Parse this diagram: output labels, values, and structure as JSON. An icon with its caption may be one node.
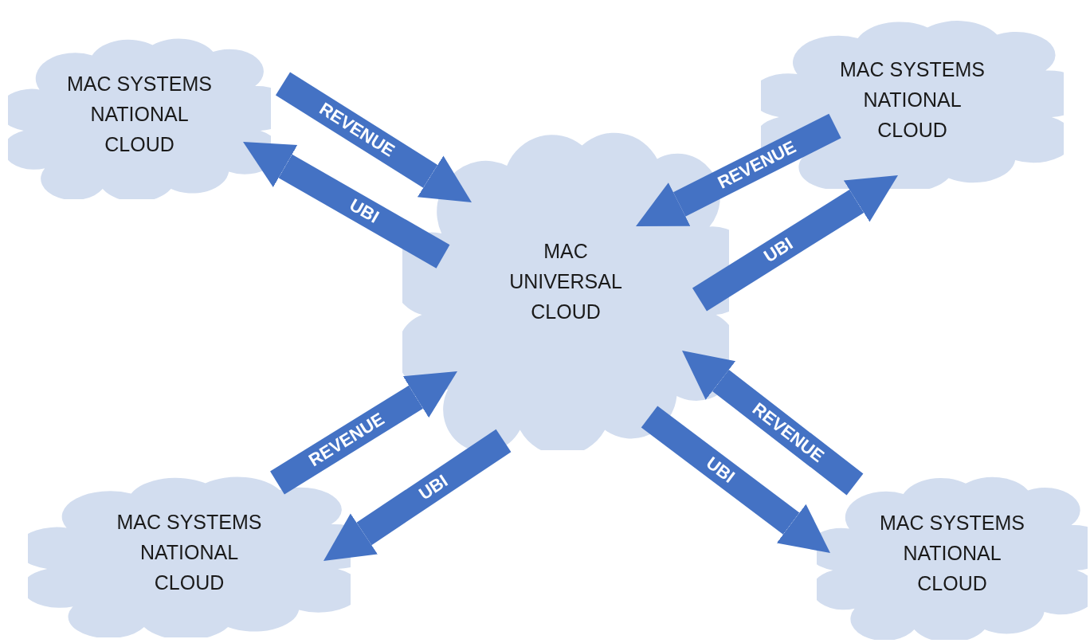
{
  "diagram": {
    "nodes": [
      {
        "text": [
          "MAC SYSTEMS NATIONAL CLOUD"
        ]
      },
      {
        "text": [
          "MAC SYSTEMS NATIONAL CLOUD"
        ]
      },
      {
        "text": [
          "MAC UNIVERSAL CLOUD"
        ]
      },
      {
        "text": [
          "MAC SYSTEMS NATIONAL CLOUD"
        ]
      },
      {
        "text": [
          "MAC SYSTEMS NATIONAL CLOUD"
        ]
      }
    ],
    "edges": [
      {
        "from": 0,
        "to": 2,
        "arrow": "to",
        "label": "REVENUE"
      },
      {
        "from": 2,
        "to": 0,
        "arrow": "to",
        "label": "UBI"
      },
      {
        "from": 1,
        "to": 2,
        "arrow": "to",
        "label": "REVENUE"
      },
      {
        "from": 2,
        "to": 1,
        "arrow": "to",
        "label": "UBI"
      },
      {
        "from": 3,
        "to": 2,
        "arrow": "to",
        "label": "REVENUE"
      },
      {
        "from": 2,
        "to": 3,
        "arrow": "to",
        "label": "UBI"
      },
      {
        "from": 4,
        "to": 2,
        "arrow": "to",
        "label": "REVENUE"
      },
      {
        "from": 2,
        "to": 4,
        "arrow": "to",
        "label": "UBI"
      }
    ]
  }
}
